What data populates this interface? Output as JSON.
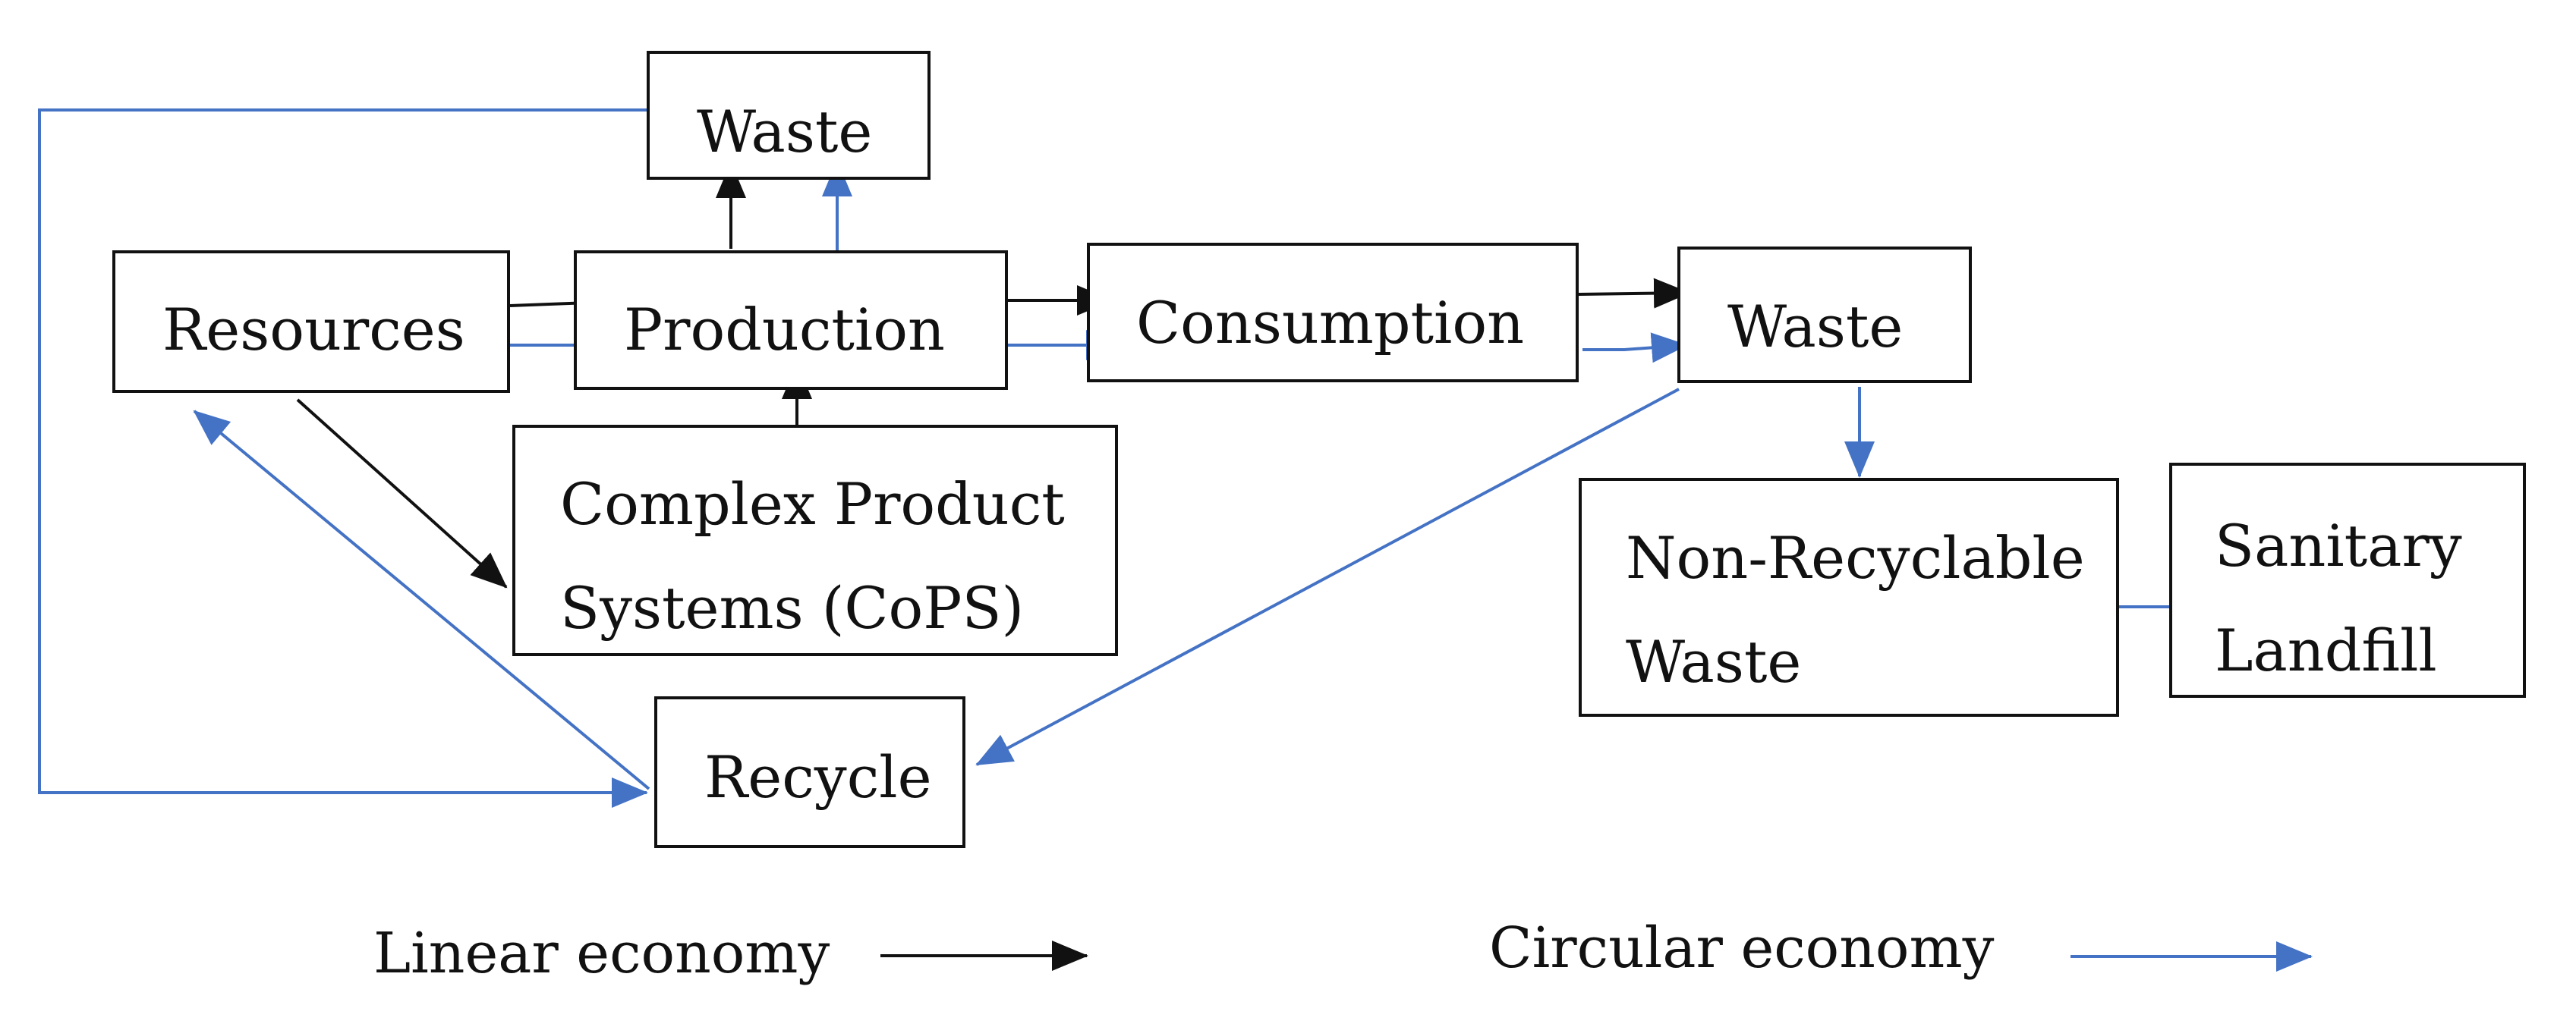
{
  "nodes": {
    "waste_top": "Waste",
    "resources": "Resources",
    "production": "Production",
    "consumption": "Consumption",
    "waste_right": "Waste",
    "cops_line1": "Complex  Product",
    "cops_line2": "Systems (CoPS)",
    "recycle": "Recycle",
    "non_recyclable_line1": "Non-Recyclable",
    "non_recyclable_line2": "Waste",
    "landfill_line1": "Sanitary",
    "landfill_line2": "Landfill"
  },
  "legend": {
    "linear": "Linear economy",
    "circular": "Circular economy"
  },
  "colors": {
    "linear": "#111111",
    "circular": "#4472C4"
  }
}
